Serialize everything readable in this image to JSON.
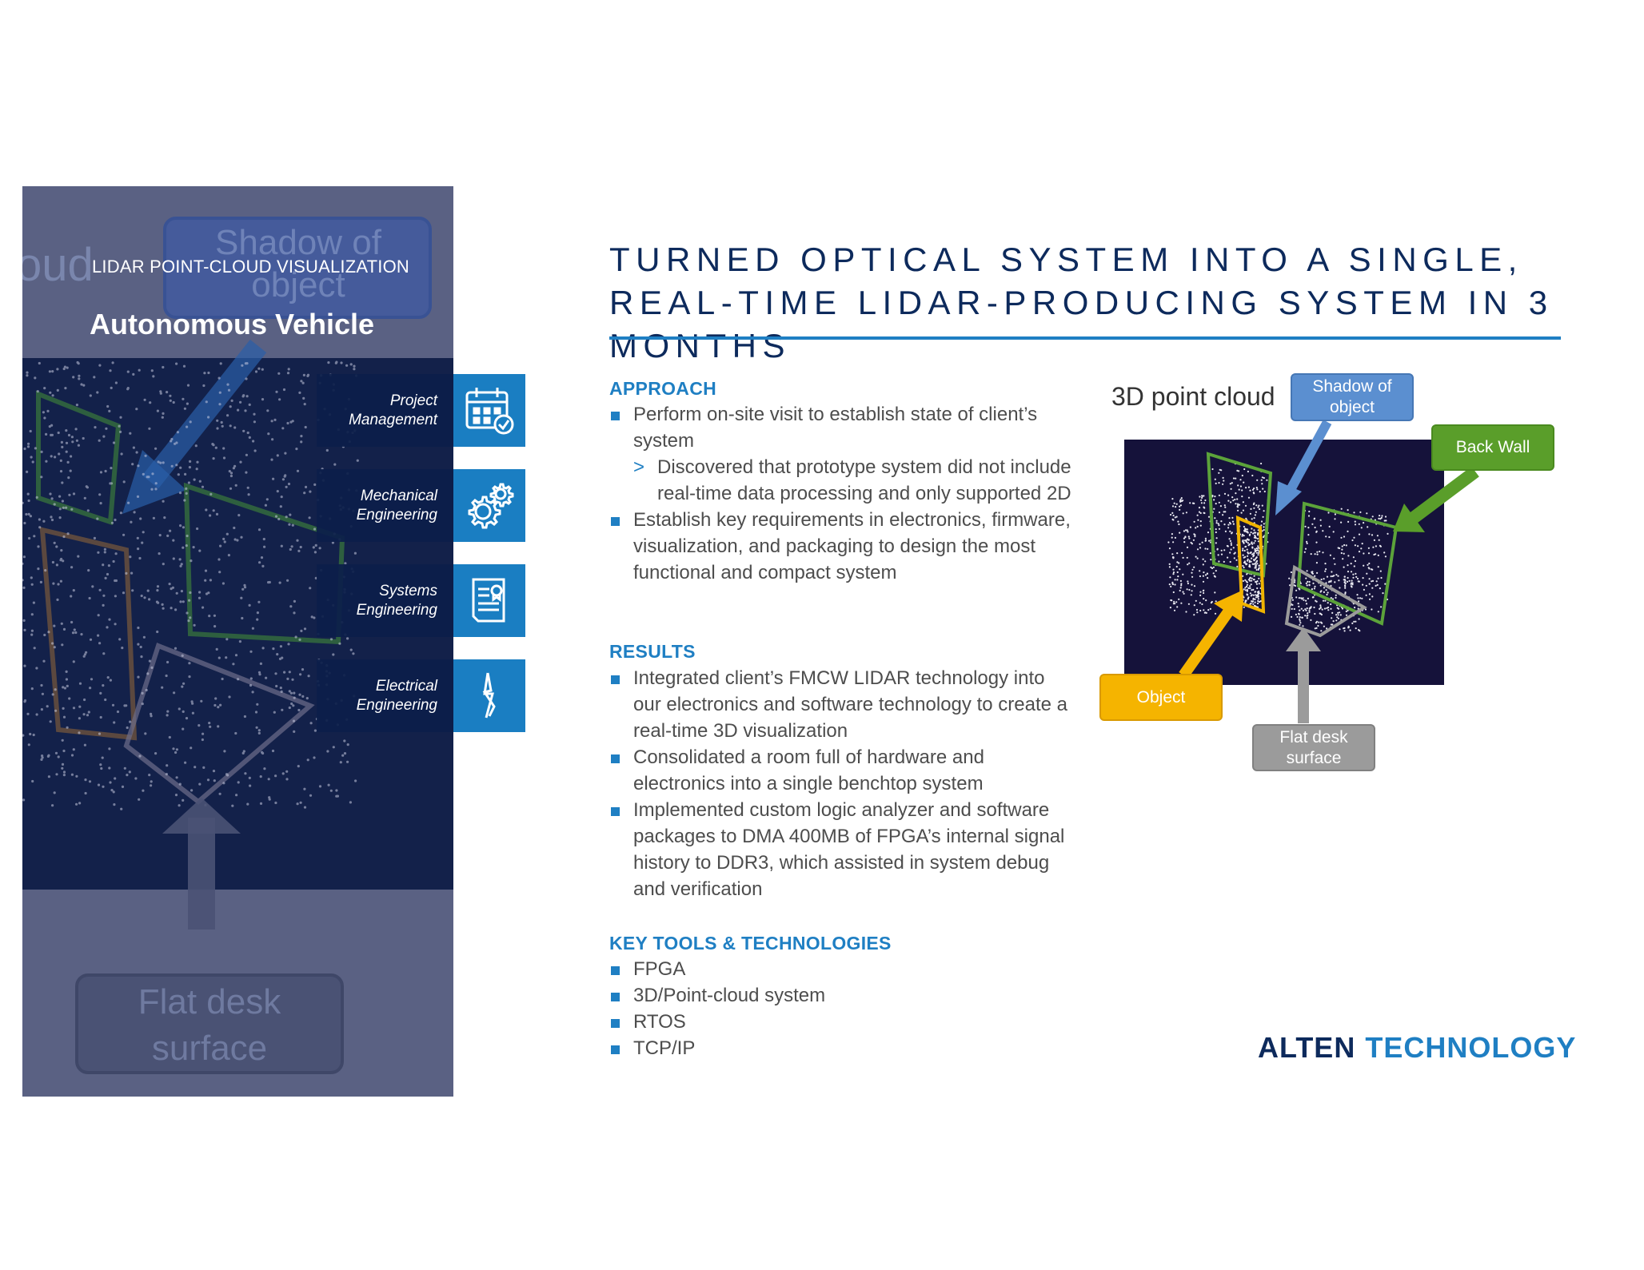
{
  "left_panel": {
    "case_label": "LIDAR POINT-CLOUD VISUALIZATION",
    "case_title": "Autonomous Vehicle",
    "bg_text": {
      "cloud_fragment": "oud",
      "shadow": "Shadow of object",
      "flat_desk": "Flat desk surface"
    },
    "services": [
      {
        "label": "Project Management",
        "icon": "calendar-check-icon"
      },
      {
        "label": "Mechanical Engineering",
        "icon": "gears-icon"
      },
      {
        "label": "Systems Engineering",
        "icon": "certificate-document-icon"
      },
      {
        "label": "Electrical Engineering",
        "icon": "lightning-bolt-icon"
      }
    ]
  },
  "headline": "TURNED OPTICAL SYSTEM INTO A SINGLE, REAL-TIME LIDAR-PRODUCING SYSTEM IN 3 MONTHS",
  "approach": {
    "heading": "APPROACH",
    "item1": "Perform on-site visit to establish state of client’s system",
    "item1_sub": "Discovered that prototype system did not include real-time data processing and only supported 2D",
    "sub_marker": ">",
    "item2": "Establish key requirements in electronics, firmware, visualization, and packaging to design the most functional and compact system"
  },
  "results": {
    "heading": "RESULTS",
    "items": [
      "Integrated client’s FMCW LIDAR technology into our electronics and software technology to create a real-time 3D visualization",
      "Consolidated a room full of hardware and electronics into a single benchtop system",
      "Implemented custom logic analyzer and software packages to DMA 400MB of FPGA’s internal signal history to DDR3, which assisted in system debug and verification"
    ]
  },
  "tools": {
    "heading": "KEY TOOLS & TECHNOLOGIES",
    "items": [
      "FPGA",
      "3D/Point-cloud system",
      "RTOS",
      "TCP/IP"
    ]
  },
  "figure": {
    "caption": "3D point cloud",
    "callouts": {
      "shadow": "Shadow of object",
      "back_wall": "Back Wall",
      "object": "Object",
      "flat_desk": "Flat desk surface"
    },
    "colors": {
      "shadow": "#5b8fd0",
      "back_wall": "#5a9e2a",
      "object": "#f5b400",
      "flat_desk": "#9b9b9b"
    }
  },
  "brand": {
    "part1": "ALTEN",
    "part2": "TECHNOLOGY",
    "color1": "#0d2a5c",
    "color2": "#1f7fc3"
  },
  "colors": {
    "accent": "#1f7fc3",
    "navy": "#0d2a5c",
    "panel": "#5a6183",
    "panel_dark": "#13214a"
  }
}
